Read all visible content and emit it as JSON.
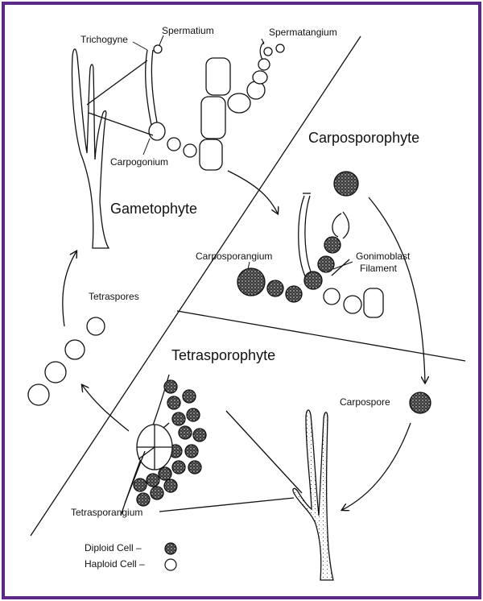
{
  "colors": {
    "frame": "#5b2a86",
    "ink": "#111111",
    "diploid_fill": "#3a3a3a",
    "haploid_fill": "#ffffff"
  },
  "labels": {
    "trichogyne": "Trichogyne",
    "spermatium": "Spermatium",
    "spermatangium": "Spermatangium",
    "carpogonium": "Carpogonium",
    "carposporophyte": "Carposporophyte",
    "gametophyte": "Gametophyte",
    "carposporangium": "Carposporangium",
    "gonimoblast_line1": "Gonimoblast",
    "gonimoblast_line2": "Filament",
    "tetraspores": "Tetraspores",
    "tetrasporophyte": "Tetrasporophyte",
    "carpospore": "Carpospore",
    "tetrasporangium": "Tetrasporangium"
  },
  "legend": {
    "diploid": "Diploid Cell –",
    "haploid": "Haploid Cell –"
  },
  "icons": [
    "diploid-cell-icon",
    "haploid-cell-icon"
  ]
}
